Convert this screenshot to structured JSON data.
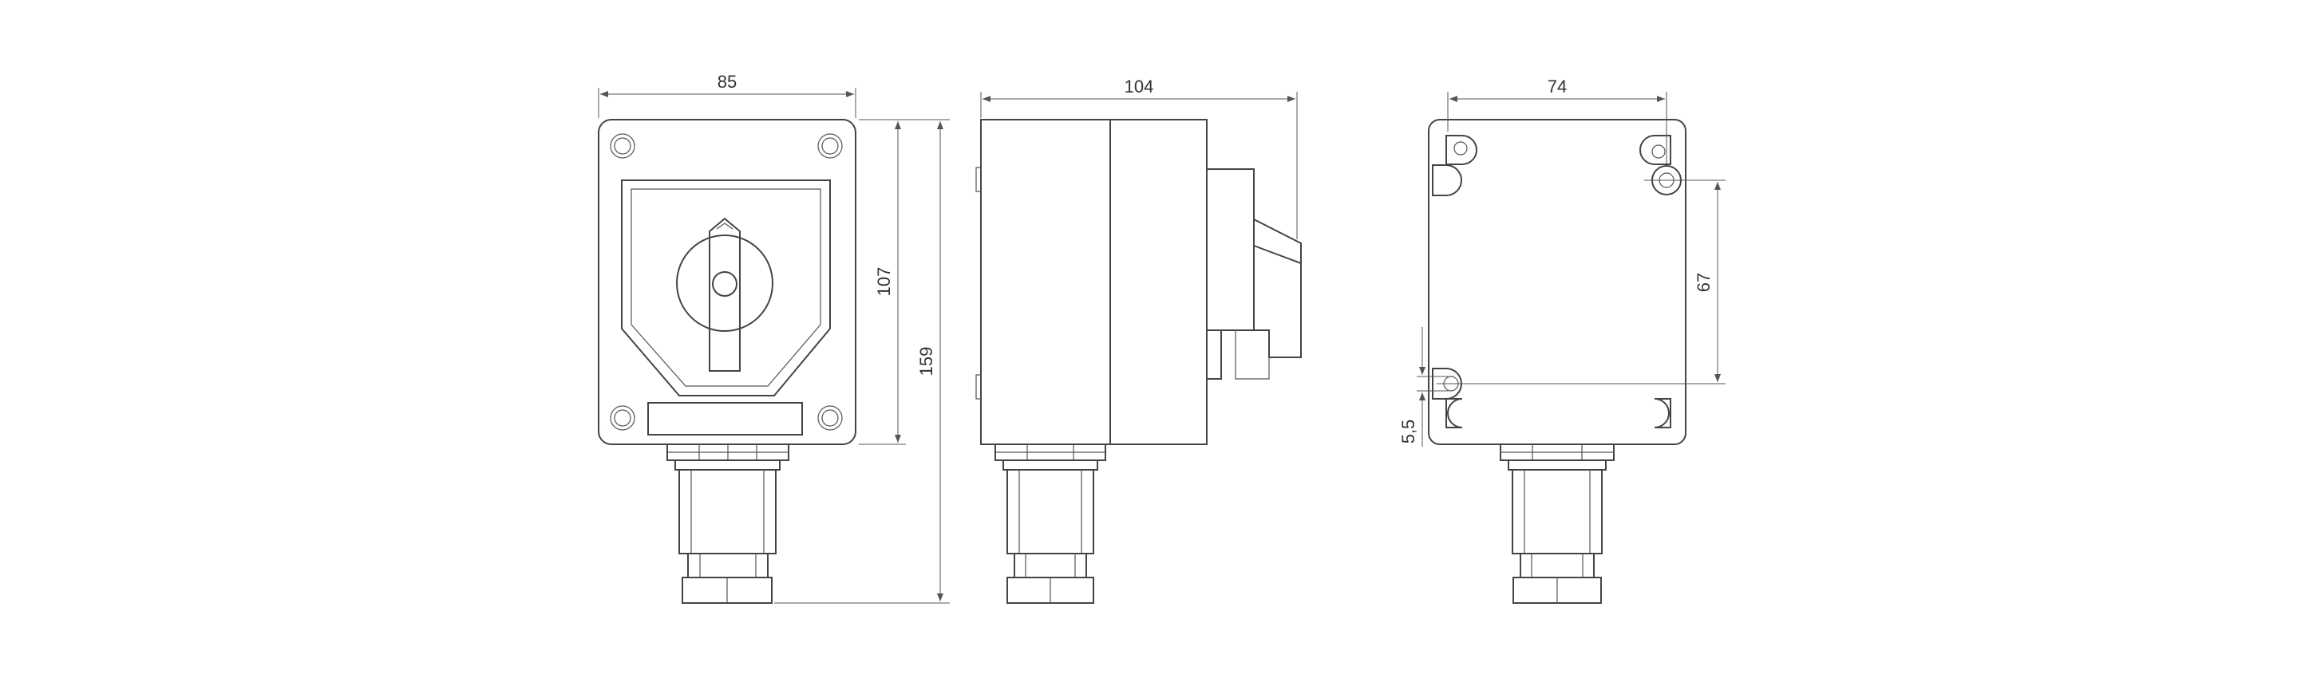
{
  "dimensions": {
    "front_width": "85",
    "front_body_height": "107",
    "front_total_height": "159",
    "side_depth": "104",
    "rear_hole_spacing_x": "74",
    "rear_hole_spacing_y": "67",
    "rear_hole_diameter": "5,5"
  }
}
